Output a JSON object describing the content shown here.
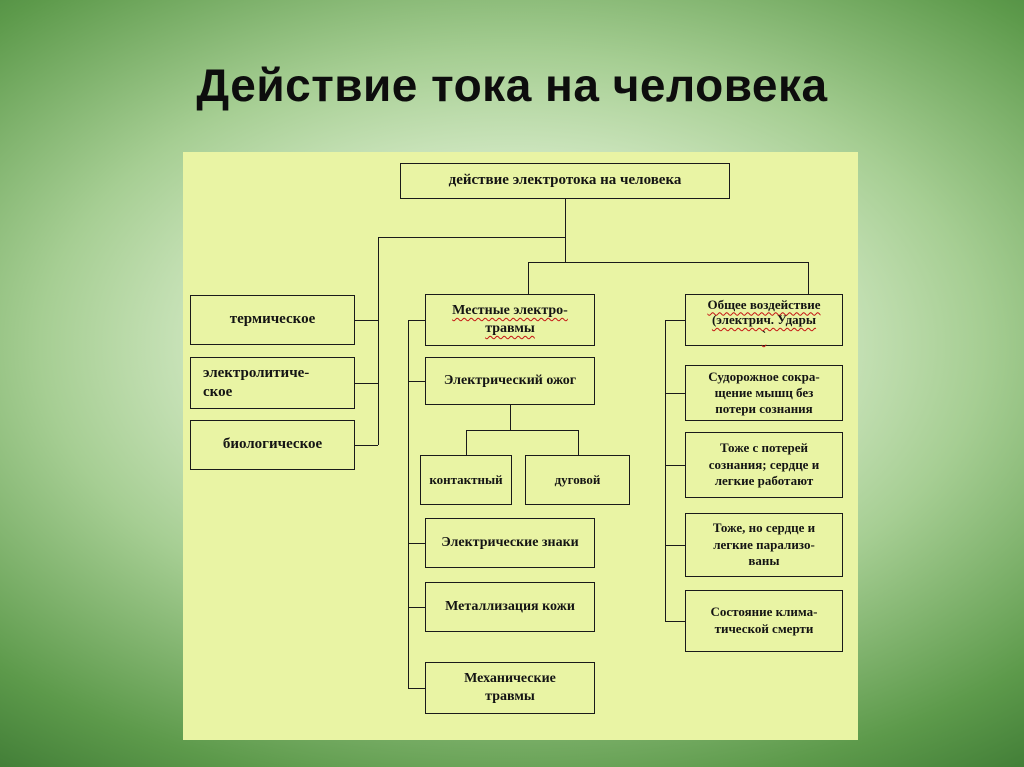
{
  "slide": {
    "title": "Действие тока на человека"
  },
  "colors": {
    "background_dark": "#113c11",
    "background_light": "#fbfff5",
    "panel": "#e9f4a4",
    "box_border": "#1a1a1a",
    "text": "#141414",
    "spellcheck_underline": "#c41212"
  },
  "boxes": {
    "root": "действие электротока на человека",
    "thermal": "термическое",
    "electrolytic": "электролитиче-\nское",
    "biological": "биологическое",
    "local_injuries": "Местные электро-\nтравмы",
    "burn": "Электрический ожог",
    "contact": "контактный",
    "arc": "дуговой",
    "marks": "Электрические знаки",
    "metallization": "Металлизация кожи",
    "mechanical": "Механические\nтравмы",
    "general": "Общее воздействие\n(электрич. Удары\n`",
    "convulsive": "Судорожное сокра-\nщение мышц без\nпотери сознания",
    "loss_consciousness": "Тоже с потерей\nсознания; сердце и\nлегкие работают",
    "paralyzed": "Тоже, но сердце и\nлегкие парализо-\nваны",
    "clinical_death": "Состояние клима-\nтической смерти"
  }
}
